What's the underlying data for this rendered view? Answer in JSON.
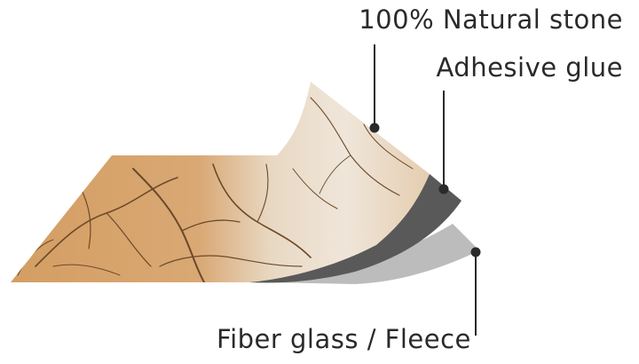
{
  "diagram": {
    "labels": {
      "stone": "100% Natural stone",
      "glue": "Adhesive glue",
      "fiber": "Fiber glass / Fleece"
    },
    "colors": {
      "stone_base": "#d8a56e",
      "stone_light": "#eadfcf",
      "vein": "#6b4a2a",
      "glue": "#595959",
      "fiber": "#bcbcbc",
      "leader": "#2a2a2a"
    }
  }
}
